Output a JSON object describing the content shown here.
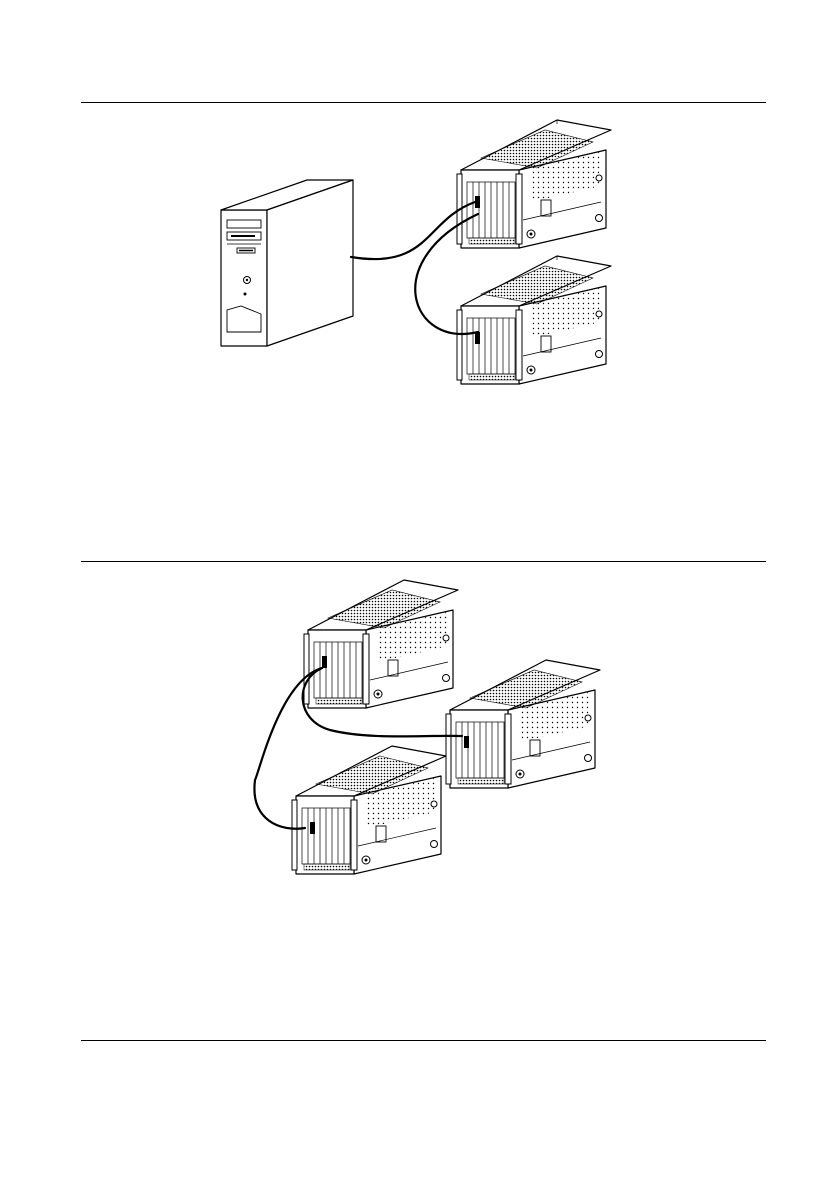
{
  "page": {
    "header_text": "",
    "figures": [
      {
        "id": "figure-top",
        "devices": [
          "tower-computer",
          "chassis",
          "chassis"
        ],
        "connections": 2
      },
      {
        "id": "figure-bottom",
        "devices": [
          "chassis",
          "chassis",
          "chassis"
        ],
        "connections": 2
      }
    ]
  },
  "colors": {
    "ink": "#000000",
    "paper": "#ffffff"
  }
}
